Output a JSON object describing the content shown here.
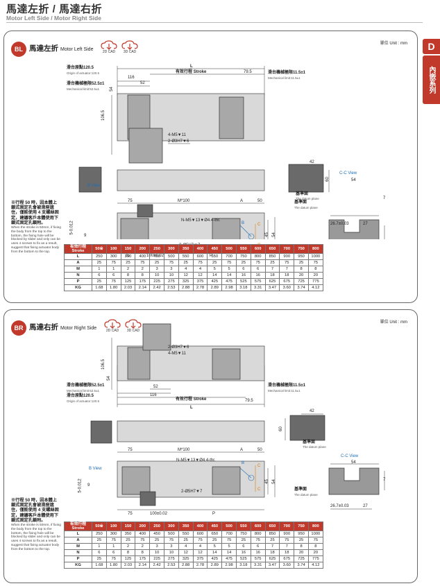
{
  "header": {
    "title": "馬達左折 / 馬達右折",
    "subtitle": "Motor Left Side / Motor Right Side"
  },
  "side_tab": {
    "letter": "D",
    "label": "內嵌系列"
  },
  "colors": {
    "accent": "#c0392b",
    "blue": "#1e6fb5",
    "orange": "#e07b00"
  },
  "left_panel": {
    "badge": "BL",
    "title": "馬達左折",
    "title_en": "Motor Left Side",
    "cad_2d": "2D CAD",
    "cad_3d": "3D CAD",
    "unit": "單位 Unit : mm"
  },
  "right_panel": {
    "badge": "BR",
    "title": "馬達右折",
    "title_en": "Motor Right Side",
    "cad_2d": "2D CAD",
    "cad_3d": "3D CAD",
    "unit": "單位 Unit : mm"
  },
  "drawing": {
    "L": "L",
    "stroke_zh": "有效行程",
    "stroke_en": "Stroke",
    "origin_zh": "滑台原點120.5",
    "origin_en": "Origin of actuator:120.5",
    "mech_left_zh": "滑台機械極限52.5±1",
    "mech_left_en": "Mechanical limit:52.5±1",
    "mech_right_zh": "滑台機械極限11.5±1",
    "mech_right_en": "Mechanical limit:11.5±1",
    "d_79_5": "79.5",
    "d_116": "116",
    "d_52": "52",
    "d_54": "54",
    "d_106_5": "106.5",
    "tap": "4-M5▼11",
    "pin_top": "2-Ø3H7▼6",
    "pin_bottom": "2-Ø5H7▼7",
    "nm5": "N-M5▼13▼Ø4.4-thr.",
    "d_42": "42",
    "d_60": "60",
    "d_75": "75",
    "m100": "M*100",
    "A": "A",
    "d_50": "50",
    "P": "P",
    "d_100": "100±0.02",
    "d_45": "45",
    "datum_zh": "基準面",
    "datum_en": "The datum plane",
    "b_view": "B View",
    "cc_view": "C-C View",
    "B": "B",
    "C": "C",
    "tol": "5-0.012",
    "tol0": "0",
    "d_9": "9",
    "d_7": "7",
    "d_26_7": "26.7±0.03",
    "d_27": "27"
  },
  "note": {
    "zh": "※行程 50 時，因本體上鎖式固定孔會被滑座遮住，僅能使用 4 支螺絲固定，建議客戶本體使用下鎖式固定孔鎖附。",
    "en": "When the stroke is 50mm, if fixing the body from the top to the bottom, the fixing hole will be blocked by slider and only can be uses 4 screws to fix as a result, suggest that fixing actuator body from the bottom to the top."
  },
  "table": {
    "header_zh": "有效行程",
    "header_en": "Stroke",
    "strokes": [
      "50※",
      "100",
      "150",
      "200",
      "250",
      "300",
      "350",
      "400",
      "450",
      "500",
      "550",
      "600",
      "650",
      "700",
      "750",
      "800"
    ],
    "rows": [
      {
        "name": "L",
        "values": [
          "250",
          "300",
          "350",
          "400",
          "450",
          "500",
          "550",
          "600",
          "650",
          "700",
          "750",
          "800",
          "850",
          "900",
          "950",
          "1000"
        ]
      },
      {
        "name": "A",
        "values": [
          "25",
          "75",
          "25",
          "75",
          "25",
          "75",
          "25",
          "75",
          "25",
          "75",
          "25",
          "75",
          "25",
          "75",
          "25",
          "75"
        ]
      },
      {
        "name": "M",
        "values": [
          "1",
          "1",
          "2",
          "2",
          "3",
          "3",
          "4",
          "4",
          "5",
          "5",
          "6",
          "6",
          "7",
          "7",
          "8",
          "8"
        ]
      },
      {
        "name": "N",
        "values": [
          "6",
          "6",
          "8",
          "8",
          "10",
          "10",
          "12",
          "12",
          "14",
          "14",
          "16",
          "16",
          "18",
          "18",
          "20",
          "20"
        ]
      },
      {
        "name": "P",
        "values": [
          "25",
          "75",
          "125",
          "175",
          "225",
          "275",
          "325",
          "375",
          "425",
          "475",
          "525",
          "575",
          "625",
          "675",
          "725",
          "775"
        ]
      },
      {
        "name": "KG",
        "values": [
          "1.68",
          "1.80",
          "2.03",
          "2.14",
          "2.42",
          "2.53",
          "2.88",
          "2.78",
          "2.89",
          "2.98",
          "3.18",
          "3.31",
          "3.47",
          "3.60",
          "3.74",
          "4.12"
        ]
      }
    ]
  }
}
